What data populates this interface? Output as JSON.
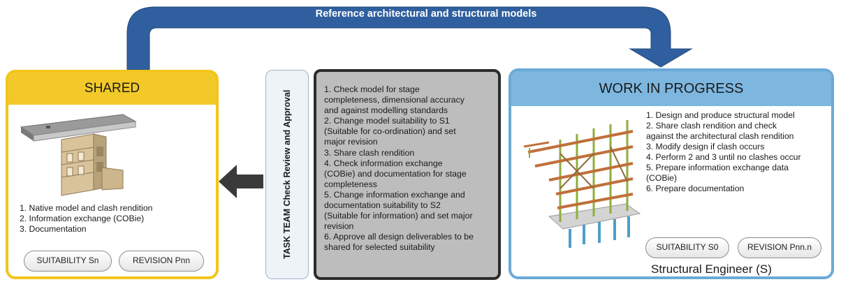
{
  "top_arrow": {
    "label": "Reference architectural and structural models"
  },
  "shared": {
    "title": "SHARED",
    "items": [
      "1. Native model and clash rendition",
      "2. Information exchange (COBie)",
      "3. Documentation"
    ],
    "suitability_label": "SUITABILITY Sn",
    "revision_label": "REVISION Pnn"
  },
  "task_team": {
    "label": "TASK TEAM Check Review and Approval"
  },
  "checks": {
    "lines": [
      "1. Check model for stage",
      "completeness, dimensional accuracy",
      "and against modelling standards",
      "2. Change model suitability to S1",
      "(Suitable for co-ordination) and set",
      "major revision",
      "3. Share clash rendition",
      "4. Check information exchange",
      "(COBie) and documentation for stage",
      "completeness",
      "5. Change information exchange and",
      "documentation suitability to S2",
      "(Suitable for information) and set major",
      "revision",
      "6. Approve all design deliverables to be",
      "shared for selected suitability"
    ]
  },
  "wip": {
    "title": "WORK IN PROGRESS",
    "lines": [
      "1. Design and produce structural model",
      "2. Share clash rendition and check",
      "against the architectural clash rendition",
      "3. Modify design if clash occurs",
      "4. Perform 2 and 3 until no clashes occur",
      "5. Prepare information exchange data",
      "(COBie)",
      "6. Prepare documentation"
    ],
    "suitability_label": "SUITABILITY S0",
    "revision_label": "REVISION Pnn.n",
    "caption": "Structural Engineer (S)"
  },
  "colors": {
    "arrow_blue": "#2f5f9e",
    "shared_yellow": "#f2c928",
    "wip_blue": "#7db7e0",
    "check_gray": "#bdbdbd",
    "dark_arrow": "#3a3a3a"
  }
}
